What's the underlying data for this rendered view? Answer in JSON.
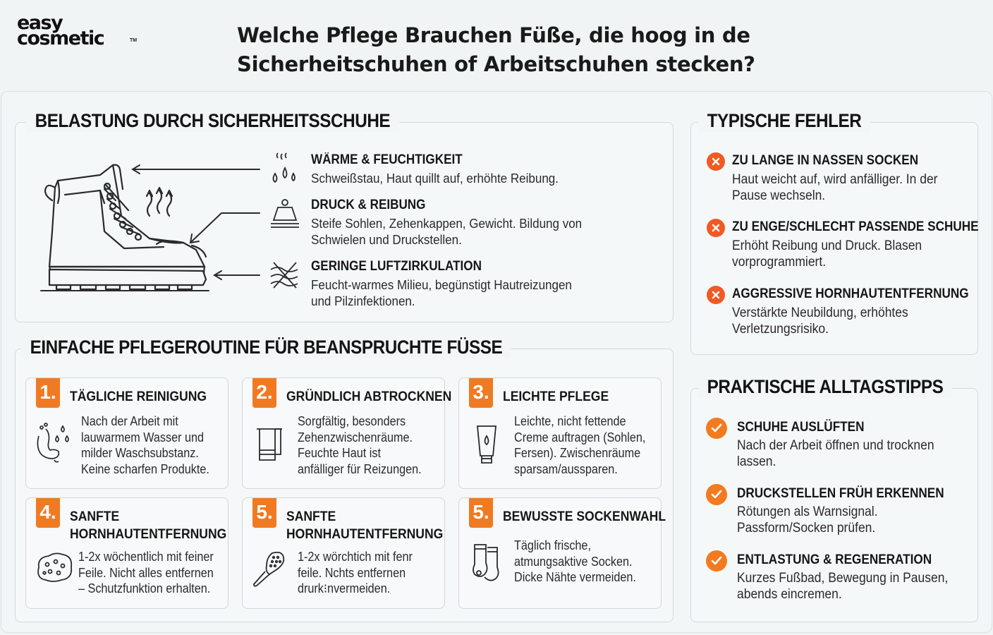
{
  "logo": {
    "line1": "easy",
    "line2": "cosmetic",
    "tm": "TM"
  },
  "title": {
    "line1": "Welche Pflege Brauchen Füße, die hoog in de",
    "line2": "Sicherheitschuhen of Arbeitschuhen stecken?"
  },
  "belastung": {
    "heading": "BELASTUNG DURCH SICHERHEITSSCHUHE",
    "items": [
      {
        "icon": "droplets-icon",
        "title": "WÄRME & FEUCHTIGKEIT",
        "text": [
          "Schweißstau, Haut quillt auf, erhöhte Reibung."
        ]
      },
      {
        "icon": "weight-icon",
        "title": "DRUCK & REIBUNG",
        "text": [
          "Steife Sohlen, Zehenkappen, Gewicht. Bildung von",
          "Schwielen und Druckstellen."
        ]
      },
      {
        "icon": "no-airflow-icon",
        "title": "GERINGE LUFTZIRKULATION",
        "text": [
          "Feucht-warmes Milieu, begünstigt Hautreizungen",
          "und Pilzinfektionen."
        ]
      }
    ]
  },
  "routine": {
    "heading": "EINFACHE PFLEGEROUTINE FÜR BEANSPRUCHTE FÜSSE",
    "cards": [
      {
        "num": "1.",
        "title": [
          "TÄGLICHE REINIGUNG"
        ],
        "icon": "foot-wash-icon",
        "text": [
          "Nach der Arbeit mit",
          "lauwarmem Wasser und",
          "milder Waschsubstanz.",
          "Keine scharfen Produkte."
        ]
      },
      {
        "num": "2.",
        "title": [
          "GRÜNDLICH ABTROCKNEN"
        ],
        "icon": "towel-icon",
        "text": [
          "Sorgfältig, besonders",
          "Zehenzwischenräume.",
          "Feuchte Haut ist",
          "anfälliger für Reizungen."
        ]
      },
      {
        "num": "3.",
        "title": [
          "LEICHTE PFLEGE"
        ],
        "icon": "cream-tube-icon",
        "text": [
          "Leichte, nicht fettende",
          "Creme auftragen (Sohlen,",
          "Fersen). Zwischenräume",
          "sparsam/aussparen."
        ]
      },
      {
        "num": "4.",
        "title": [
          "SANFTE",
          "HORNHAUTENTFERNUNG"
        ],
        "icon": "sponge-icon",
        "text": [
          "1-2x wöchentlich mit feiner",
          "Feile. Nicht alles entfernen",
          "– Schutzfunktion erhalten."
        ]
      },
      {
        "num": "5.",
        "title": [
          "SANFTE",
          "HORNHAUTENTFERNUNG"
        ],
        "icon": "foot-file-icon",
        "text": [
          "1-2x wörchtich mit fenr",
          "feile. Nchts entfernen",
          "drurk⁝nvermeiden."
        ]
      },
      {
        "num": "5.",
        "title": [
          "BEWUSSTE SOCKENWAHL"
        ],
        "icon": "socks-icon",
        "text": [
          "Täglich frische,",
          "atmungsaktive Socken.",
          "Dicke Nähte vermeiden."
        ]
      }
    ]
  },
  "fehler": {
    "heading": "TYPISCHE FEHLER",
    "items": [
      {
        "title": "ZU LANGE IN NASSEN SOCKEN",
        "text": [
          "Haut weicht auf, wird anfälliger. In der",
          "Pause wechseln."
        ]
      },
      {
        "title": "ZU ENGE/SCHLECHT PASSENDE SCHUHE",
        "text": [
          "Erhöht Reibung und Druck. Blasen",
          "vorprogrammiert."
        ]
      },
      {
        "title": "AGGRESSIVE HORNHAUTENTFERNUNG",
        "text": [
          "Verstärkte Neubildung, erhöhtes",
          "Verletzungsrisiko."
        ]
      }
    ]
  },
  "tipps": {
    "heading": "PRAKTISCHE ALLTAGSTIPPS",
    "items": [
      {
        "title": "SCHUHE AUSLÜFTEN",
        "text": [
          "Nach der Arbeit öffnen und trocknen",
          "lassen."
        ]
      },
      {
        "title": "DRUCKSTELLEN FRÜH ERKENNEN",
        "text": [
          "Rötungen als Warnsignal.",
          "Passform/Socken prüfen."
        ]
      },
      {
        "title": "ENTLASTUNG & REGENERATION",
        "text": [
          "Kurzes Fußbad, Bewegung in Pausen,",
          "abends eincremen."
        ]
      }
    ]
  },
  "colors": {
    "accent": "#f07a22",
    "error": "#f15a24",
    "text": "#1c1c1c",
    "border": "#d4d9dc"
  }
}
